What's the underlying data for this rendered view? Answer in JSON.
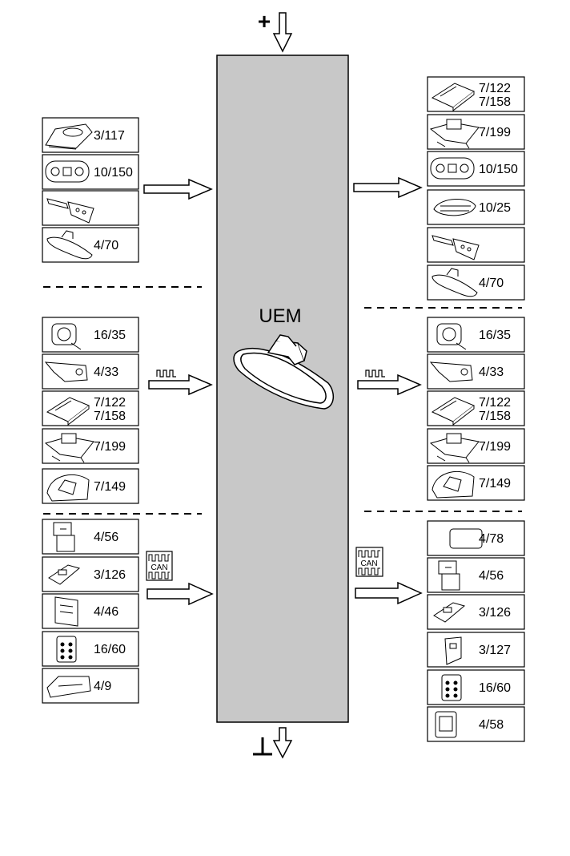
{
  "center": {
    "label": "UEM"
  },
  "power": {
    "plus_symbol": "+",
    "ground_symbol": "⊥"
  },
  "signals": {
    "can_label": "CAN"
  },
  "colors": {
    "module_fill": "#c8c8c8",
    "stroke": "#000000",
    "background": "#ffffff"
  },
  "left": {
    "group1": [
      {
        "label": "3/117",
        "icon": "roof-console-icon"
      },
      {
        "label": "10/150",
        "icon": "ceiling-lamp-icon"
      },
      {
        "label": "",
        "icon": "remote-key-icon"
      },
      {
        "label": "4/70",
        "icon": "rearview-mirror-icon"
      }
    ],
    "group2": [
      {
        "label": "16/35",
        "icon": "siren-icon"
      },
      {
        "label": "4/33",
        "icon": "sensor-bracket-icon"
      },
      {
        "label": "7/122\n7/158",
        "icon": "control-module-icon"
      },
      {
        "label": "7/199",
        "icon": "bracket-module-icon"
      },
      {
        "label": "7/149",
        "icon": "cover-icon"
      }
    ],
    "group3": [
      {
        "label": "4/56",
        "icon": "connector-module-icon"
      },
      {
        "label": "3/126",
        "icon": "switch-module-icon"
      },
      {
        "label": "4/46",
        "icon": "relay-module-icon"
      },
      {
        "label": "16/60",
        "icon": "keypad-module-icon"
      },
      {
        "label": "4/9",
        "icon": "housing-module-icon"
      }
    ]
  },
  "right": {
    "group1": [
      {
        "label": "7/122\n7/158",
        "icon": "control-module-icon"
      },
      {
        "label": "7/199",
        "icon": "bracket-module-icon"
      },
      {
        "label": "10/150",
        "icon": "ceiling-lamp-icon"
      },
      {
        "label": "10/25",
        "icon": "grille-icon"
      },
      {
        "label": "",
        "icon": "remote-key-icon"
      },
      {
        "label": "4/70",
        "icon": "rearview-mirror-icon"
      }
    ],
    "group2": [
      {
        "label": "16/35",
        "icon": "siren-icon"
      },
      {
        "label": "4/33",
        "icon": "sensor-bracket-icon"
      },
      {
        "label": "7/122\n7/158",
        "icon": "control-module-icon"
      },
      {
        "label": "7/199",
        "icon": "bracket-module-icon"
      },
      {
        "label": "7/149",
        "icon": "cover-icon"
      }
    ],
    "group3": [
      {
        "label": "4/78",
        "icon": "antenna-module-icon"
      },
      {
        "label": "4/56",
        "icon": "connector-module-icon"
      },
      {
        "label": "3/126",
        "icon": "switch-module-icon"
      },
      {
        "label": "3/127",
        "icon": "bracket-switch-icon"
      },
      {
        "label": "16/60",
        "icon": "keypad-module-icon"
      },
      {
        "label": "4/58",
        "icon": "control-unit-icon"
      }
    ]
  }
}
